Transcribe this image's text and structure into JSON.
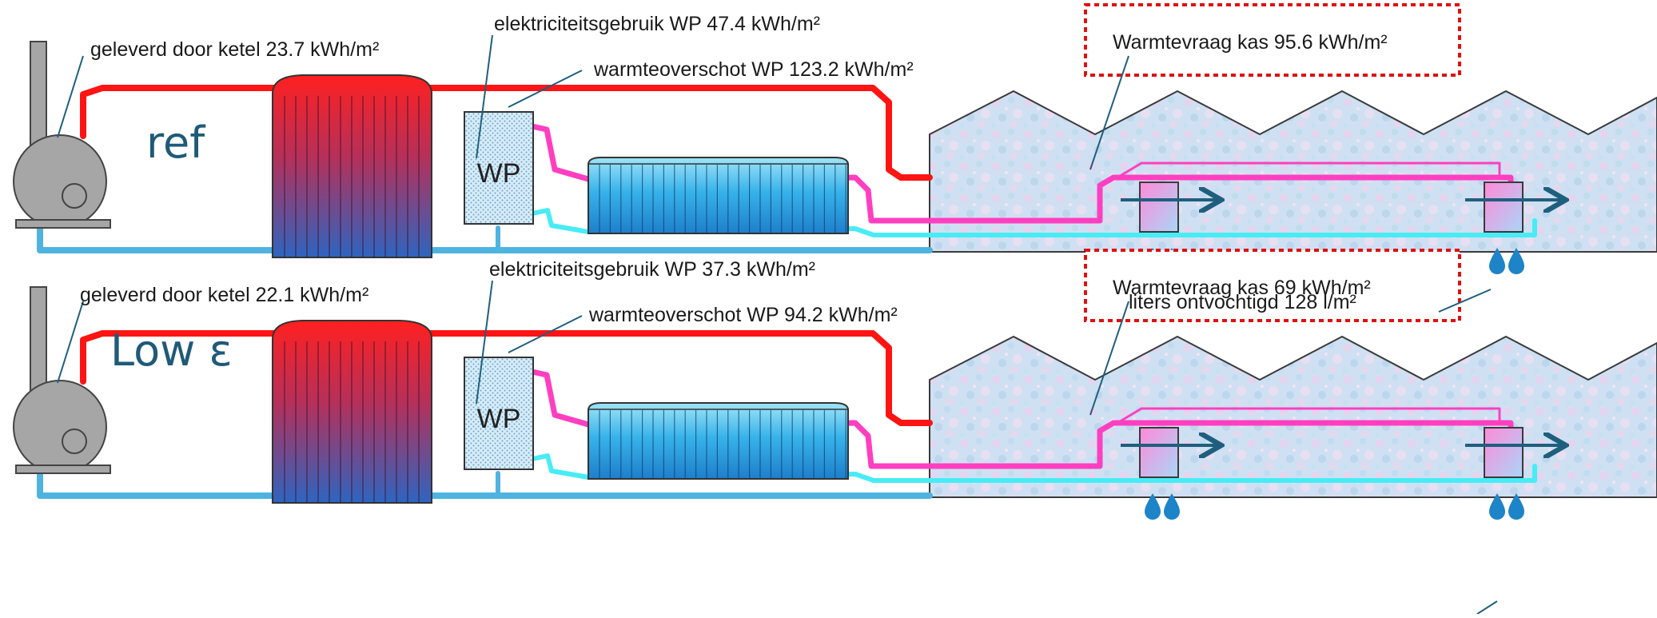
{
  "colors": {
    "hot_pipe": "#ff1414",
    "cold_pipe": "#4fb3e0",
    "pink_pipe": "#ff3fc0",
    "cyan_pipe": "#48ecf5",
    "boiler": "#a6a6a6",
    "water_drop": "#1d84c8",
    "title_text": "#1f5a78",
    "demand_box_border": "#e01010"
  },
  "systems": [
    {
      "title": "ref",
      "boiler_label": "geleverd door ketel 23.7 kWh/m²",
      "heat_pump_label": "WP",
      "electricity_label": "elektriciteitsgebruik WP 47.4 kWh/m²",
      "surplus_label": "warmteoverschot WP 123.2 kWh/m²",
      "demand_label": "Warmtevraag kas 95.6 kWh/m²",
      "dehumidified_label": "liters ontvochtigd 128 l/m²"
    },
    {
      "title": "Low ε",
      "boiler_label": "geleverd door ketel 22.1 kWh/m²",
      "heat_pump_label": "WP",
      "electricity_label": "elektriciteitsgebruik WP 37.3 kWh/m²",
      "surplus_label": "warmteoverschot WP 94.2 kWh/m²",
      "demand_label": "Warmtevraag kas 69 kWh/m²"
    }
  ]
}
